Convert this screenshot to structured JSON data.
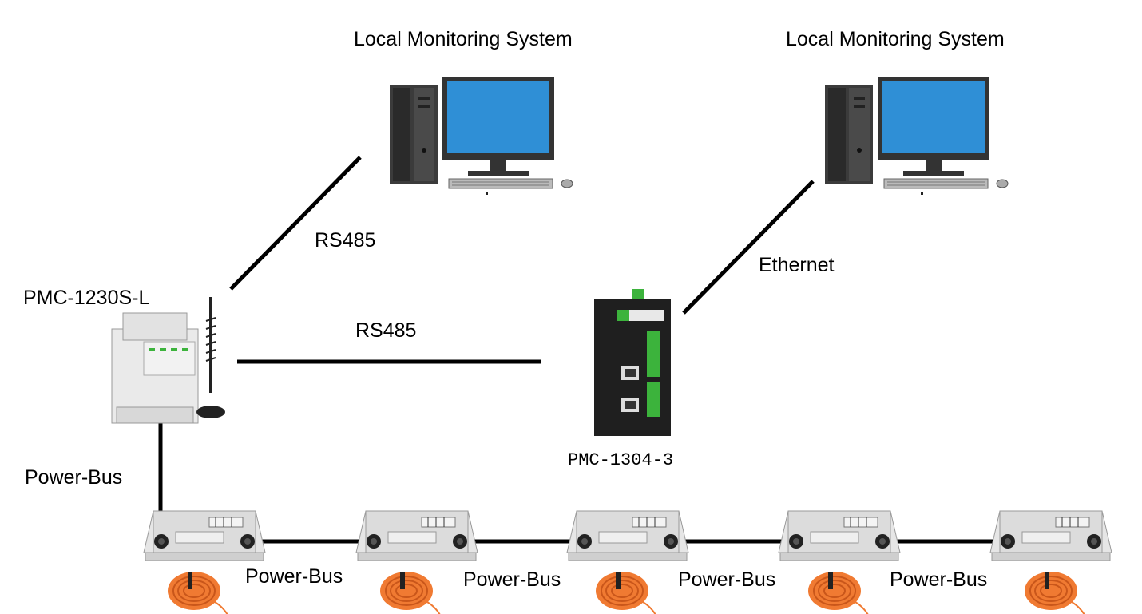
{
  "labels": {
    "lms_left": "Local Monitoring System",
    "lms_right": "Local Monitoring System",
    "rs485_upper": "RS485",
    "rs485_lower": "RS485",
    "ethernet": "Ethernet",
    "pmc1230": "PMC-1230S-L",
    "pmc1304": "PMC-1304-3",
    "power_bus_vertical": "Power-Bus",
    "power_bus_1": "Power-Bus",
    "power_bus_2": "Power-Bus",
    "power_bus_3": "Power-Bus",
    "power_bus_4": "Power-Bus"
  },
  "colors": {
    "line": "#000000",
    "screen": "#2f8fd6",
    "sensor_cable": "#f07a32",
    "enclosure": "#dcdcdc",
    "gateway": "#1f1f1f",
    "terminal": "#3cb33c"
  },
  "icons": {
    "computer": "desktop-computer-icon",
    "meter": "din-rail-meter-icon",
    "antenna": "antenna-icon",
    "gateway": "din-rail-gateway-icon",
    "node": "sensor-node-box-icon",
    "cable": "cable-coil-icon"
  }
}
